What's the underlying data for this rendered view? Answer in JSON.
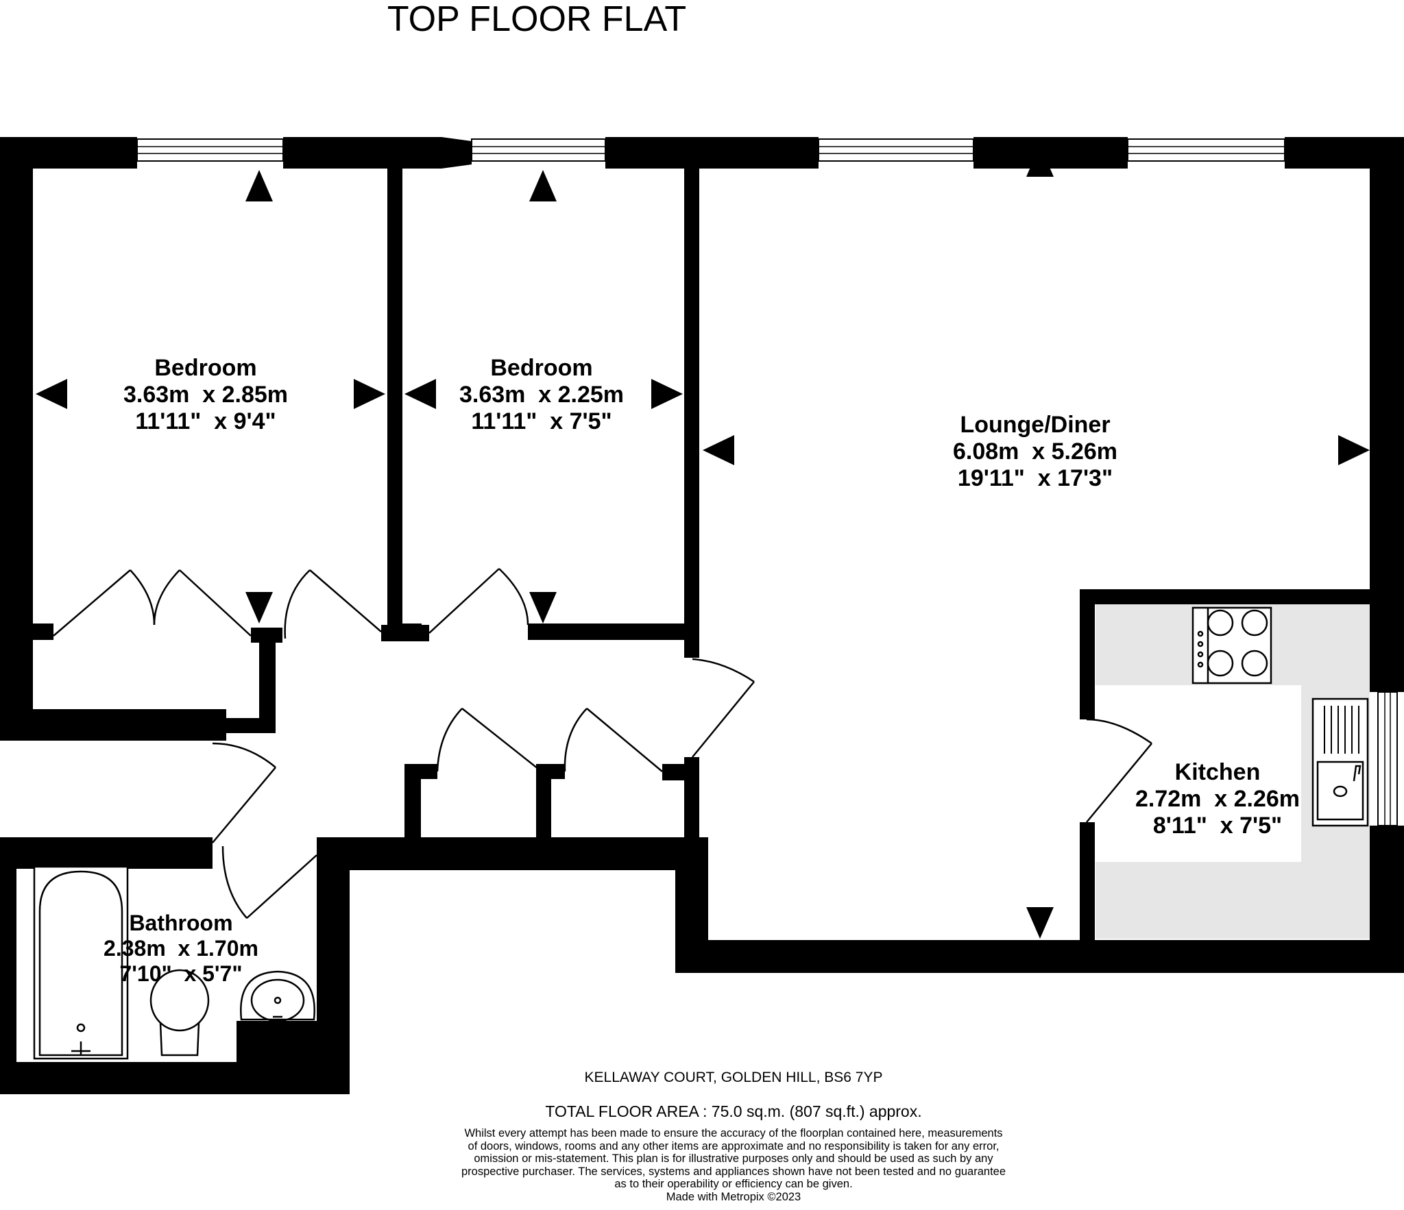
{
  "title": "TOP FLOOR FLAT",
  "rooms": [
    {
      "name": "Bedroom",
      "metric": "3.63m  x 2.85m",
      "imperial": "11'11\"  x 9'4\""
    },
    {
      "name": "Bedroom",
      "metric": "3.63m  x 2.25m",
      "imperial": "11'11\"  x 7'5\""
    },
    {
      "name": "Lounge/Diner",
      "metric": "6.08m  x 5.26m",
      "imperial": "19'11\"  x 17'3\""
    },
    {
      "name": "Kitchen",
      "metric": "2.72m  x 2.26m",
      "imperial": "8'11\"  x 7'5\""
    },
    {
      "name": "Bathroom",
      "metric": "2.38m  x 1.70m",
      "imperial": "7'10\"  x 5'7\""
    }
  ],
  "footer": {
    "address": "KELLAWAY COURT, GOLDEN HILL, BS6 7YP",
    "total_area": "TOTAL FLOOR AREA : 75.0 sq.m. (807 sq.ft.) approx.",
    "disclaimer": [
      "Whilst every attempt has been made to ensure the accuracy of the floorplan contained here, measurements",
      "of doors, windows, rooms and any other items are approximate and no responsibility is taken for any error,",
      "omission or mis-statement. This plan is for illustrative purposes only and should be used as such by any",
      "prospective purchaser. The services, systems and appliances shown have not been tested and no guarantee",
      "as to their operability or efficiency can be given."
    ],
    "credit": "Made with Metropix ©2023"
  },
  "colors": {
    "wall": "#000000",
    "kitchen_floor": "#e6e6e6",
    "background": "#ffffff"
  }
}
